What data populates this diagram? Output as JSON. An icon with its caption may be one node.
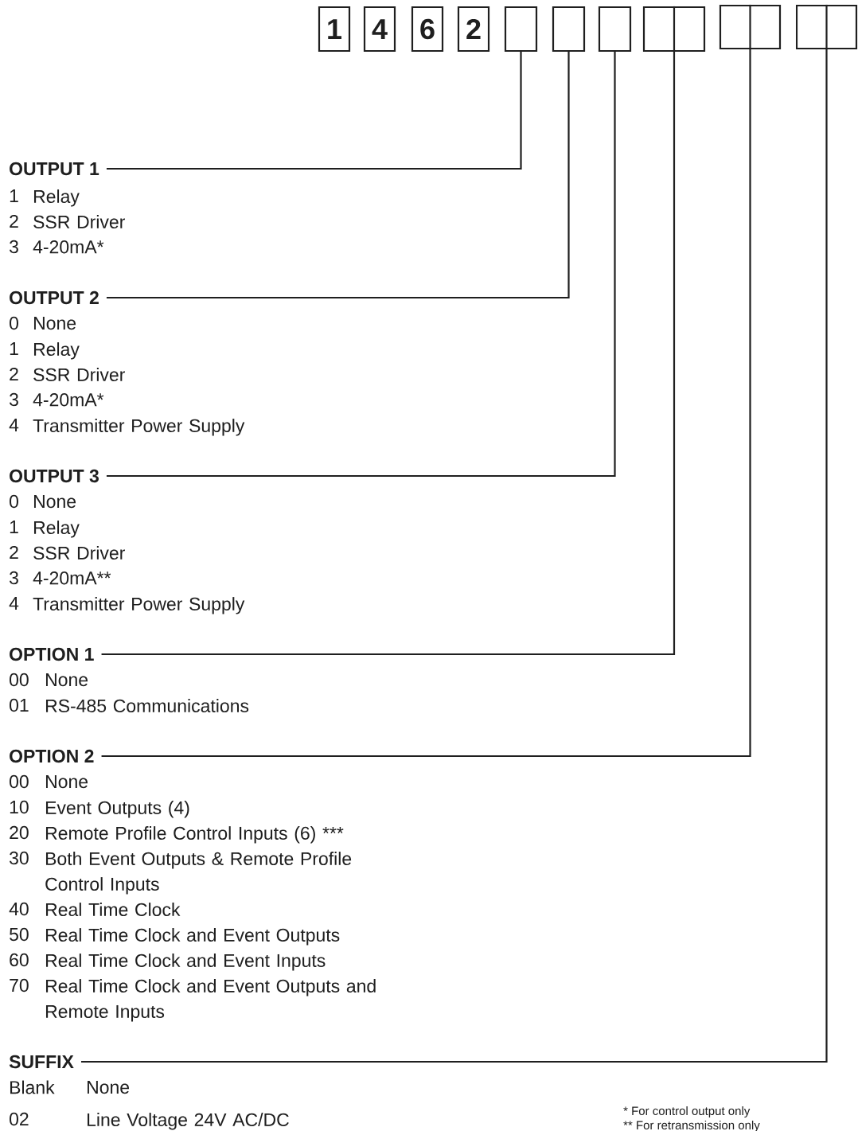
{
  "diagram": {
    "nodes": [
      {
        "text": [
          "1"
        ]
      },
      {
        "text": [
          "4"
        ]
      },
      {
        "text": [
          "6"
        ]
      },
      {
        "text": [
          "2"
        ]
      },
      {
        "text": [],
        "shape": "box"
      },
      {
        "text": [],
        "shape": "box"
      },
      {
        "text": [],
        "shape": "box"
      },
      {
        "text": [],
        "shape": "box"
      },
      {
        "text": [],
        "shape": "box"
      },
      {
        "text": [],
        "shape": "box"
      },
      {
        "text": [
          "OUTPUT 1"
        ],
        "beside": [
          "1",
          "Relay",
          "2",
          "SSR Driver",
          "3",
          "4-20mA*"
        ]
      },
      {
        "text": [
          "OUTPUT 2"
        ],
        "beside": [
          "0",
          "None",
          "1",
          "Relay",
          "2",
          "SSR Driver",
          "3",
          "4-20mA*",
          "4",
          "Transmitter Power Supply"
        ]
      },
      {
        "text": [
          "OUTPUT 3"
        ],
        "beside": [
          "0",
          "None",
          "1",
          "Relay",
          "2",
          "SSR Driver",
          "3",
          "4-20mA**",
          "4",
          "Transmitter Power Supply"
        ]
      },
      {
        "text": [
          "OPTION 1"
        ],
        "beside": [
          "00",
          "None",
          "01",
          "RS-485 Communications"
        ]
      },
      {
        "text": [
          "OPTION 2"
        ],
        "beside": [
          "00",
          "None",
          "10",
          "Event Outputs (4)",
          "20",
          "Remote Profile Control Inputs (6) ***",
          "30",
          "Both Event Outputs & Remote Profile Control Inputs",
          "40",
          "Real Time Clock",
          "50",
          "Real Time Clock and Event Outputs",
          "60",
          "Real Time Clock and Event Inputs",
          "70",
          "Real Time Clock and Event Outputs and Remote Inputs"
        ]
      },
      {
        "text": [
          "SUFFIX"
        ],
        "beside": [
          "Blank",
          "None",
          "02",
          "Line Voltage 24V AC/DC"
        ]
      }
    ],
    "edges": [
      {
        "from": 10,
        "to": 4,
        "arrow": "none"
      },
      {
        "from": 11,
        "to": 5,
        "arrow": "none"
      },
      {
        "from": 12,
        "to": 6,
        "arrow": "none"
      },
      {
        "from": 13,
        "to": 7,
        "arrow": "none"
      },
      {
        "from": 14,
        "to": 8,
        "arrow": "none"
      },
      {
        "from": 15,
        "to": 9,
        "arrow": "none"
      }
    ],
    "labels": [
      "* For control output only",
      "** For retransmission only"
    ]
  }
}
